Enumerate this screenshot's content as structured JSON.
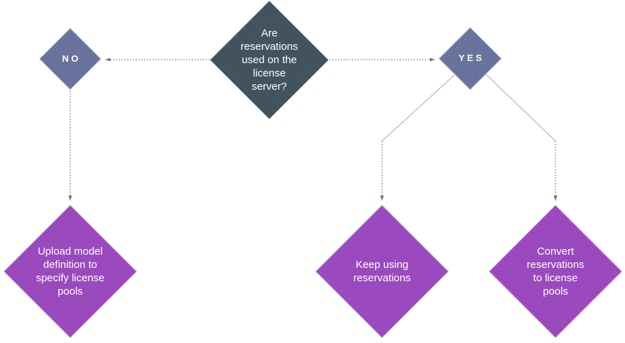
{
  "diagram": {
    "type": "flowchart",
    "background": "#ffffff",
    "colors": {
      "decision_fill": "#3d4e59",
      "branch_fill": "#7277b0",
      "action_fill": "#a251c6",
      "connector_dashed": "#767676",
      "connector_diagonal": "#a3a6bf",
      "arrowhead": "#6e6e6e",
      "text": "#ffffff"
    },
    "nodes": {
      "decision": {
        "label": "Are\nreservations\nused on the\nlicense\nserver?"
      },
      "no": {
        "label": "NO"
      },
      "yes": {
        "label": "YES"
      },
      "upload": {
        "label": "Upload model\ndefinition to\nspecify license\npools"
      },
      "keep": {
        "label": "Keep using\nreservations"
      },
      "convert": {
        "label": "Convert\nreservations\nto license\npools"
      }
    },
    "edges": [
      {
        "from": "decision",
        "to": "no",
        "style": "dashed-arrow"
      },
      {
        "from": "decision",
        "to": "yes",
        "style": "dashed-arrow"
      },
      {
        "from": "no",
        "to": "upload",
        "style": "dashed-arrow"
      },
      {
        "from": "yes",
        "to": "keep",
        "style": "elbow-dashed-arrow"
      },
      {
        "from": "yes",
        "to": "convert",
        "style": "elbow-dashed-arrow"
      }
    ]
  }
}
